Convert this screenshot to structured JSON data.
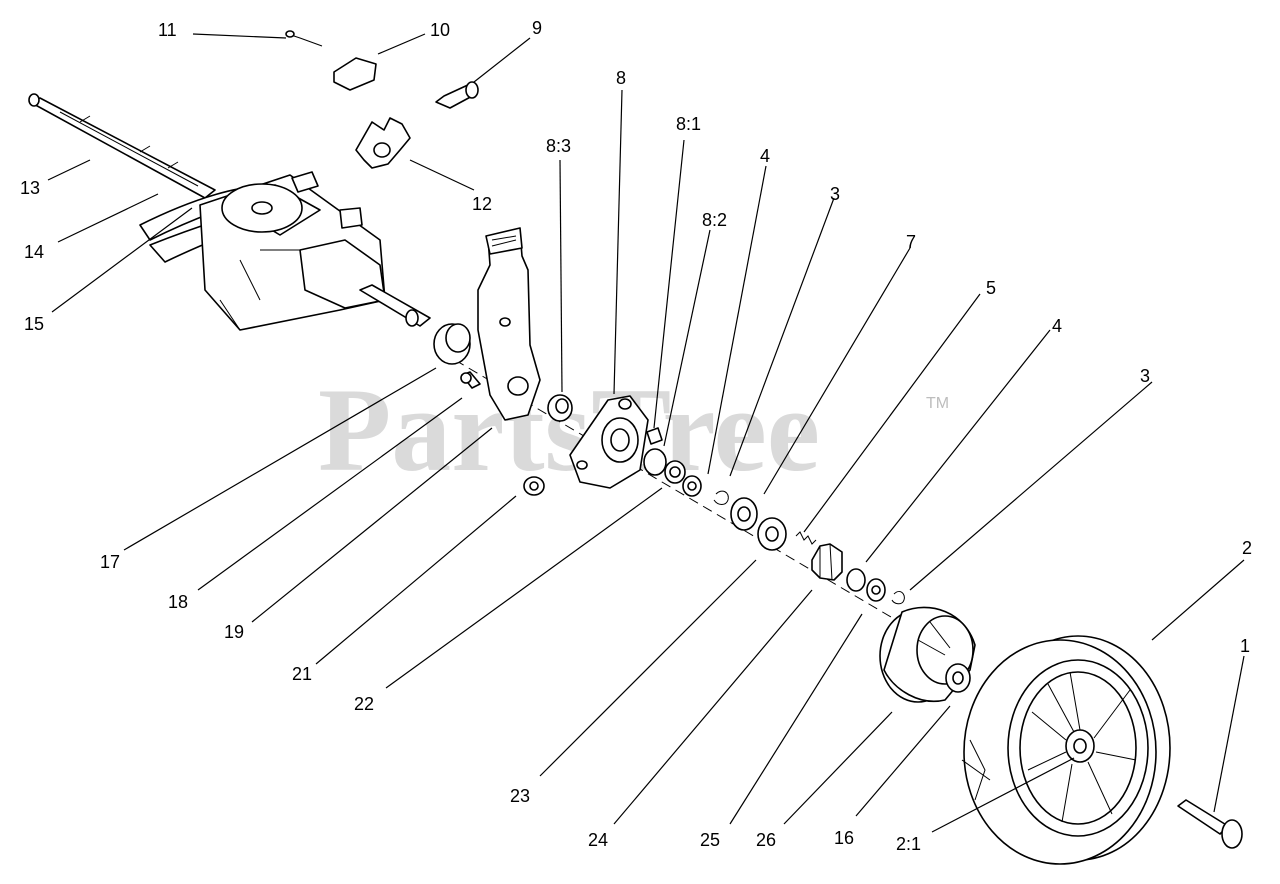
{
  "watermark": {
    "text": "PartsTree",
    "tm": "TM"
  },
  "callouts": {
    "c1": "1",
    "c2": "2",
    "c2_1": "2:1",
    "c3a": "3",
    "c3b": "3",
    "c4a": "4",
    "c4b": "4",
    "c5": "5",
    "c7": "7",
    "c8": "8",
    "c8_1": "8:1",
    "c8_2": "8:2",
    "c8_3": "8:3",
    "c9": "9",
    "c10": "10",
    "c11": "11",
    "c12": "12",
    "c13": "13",
    "c14": "14",
    "c15": "15",
    "c16": "16",
    "c17": "17",
    "c18": "18",
    "c19": "19",
    "c21": "21",
    "c22": "22",
    "c23": "23",
    "c24": "24",
    "c25": "25",
    "c26": "26"
  }
}
